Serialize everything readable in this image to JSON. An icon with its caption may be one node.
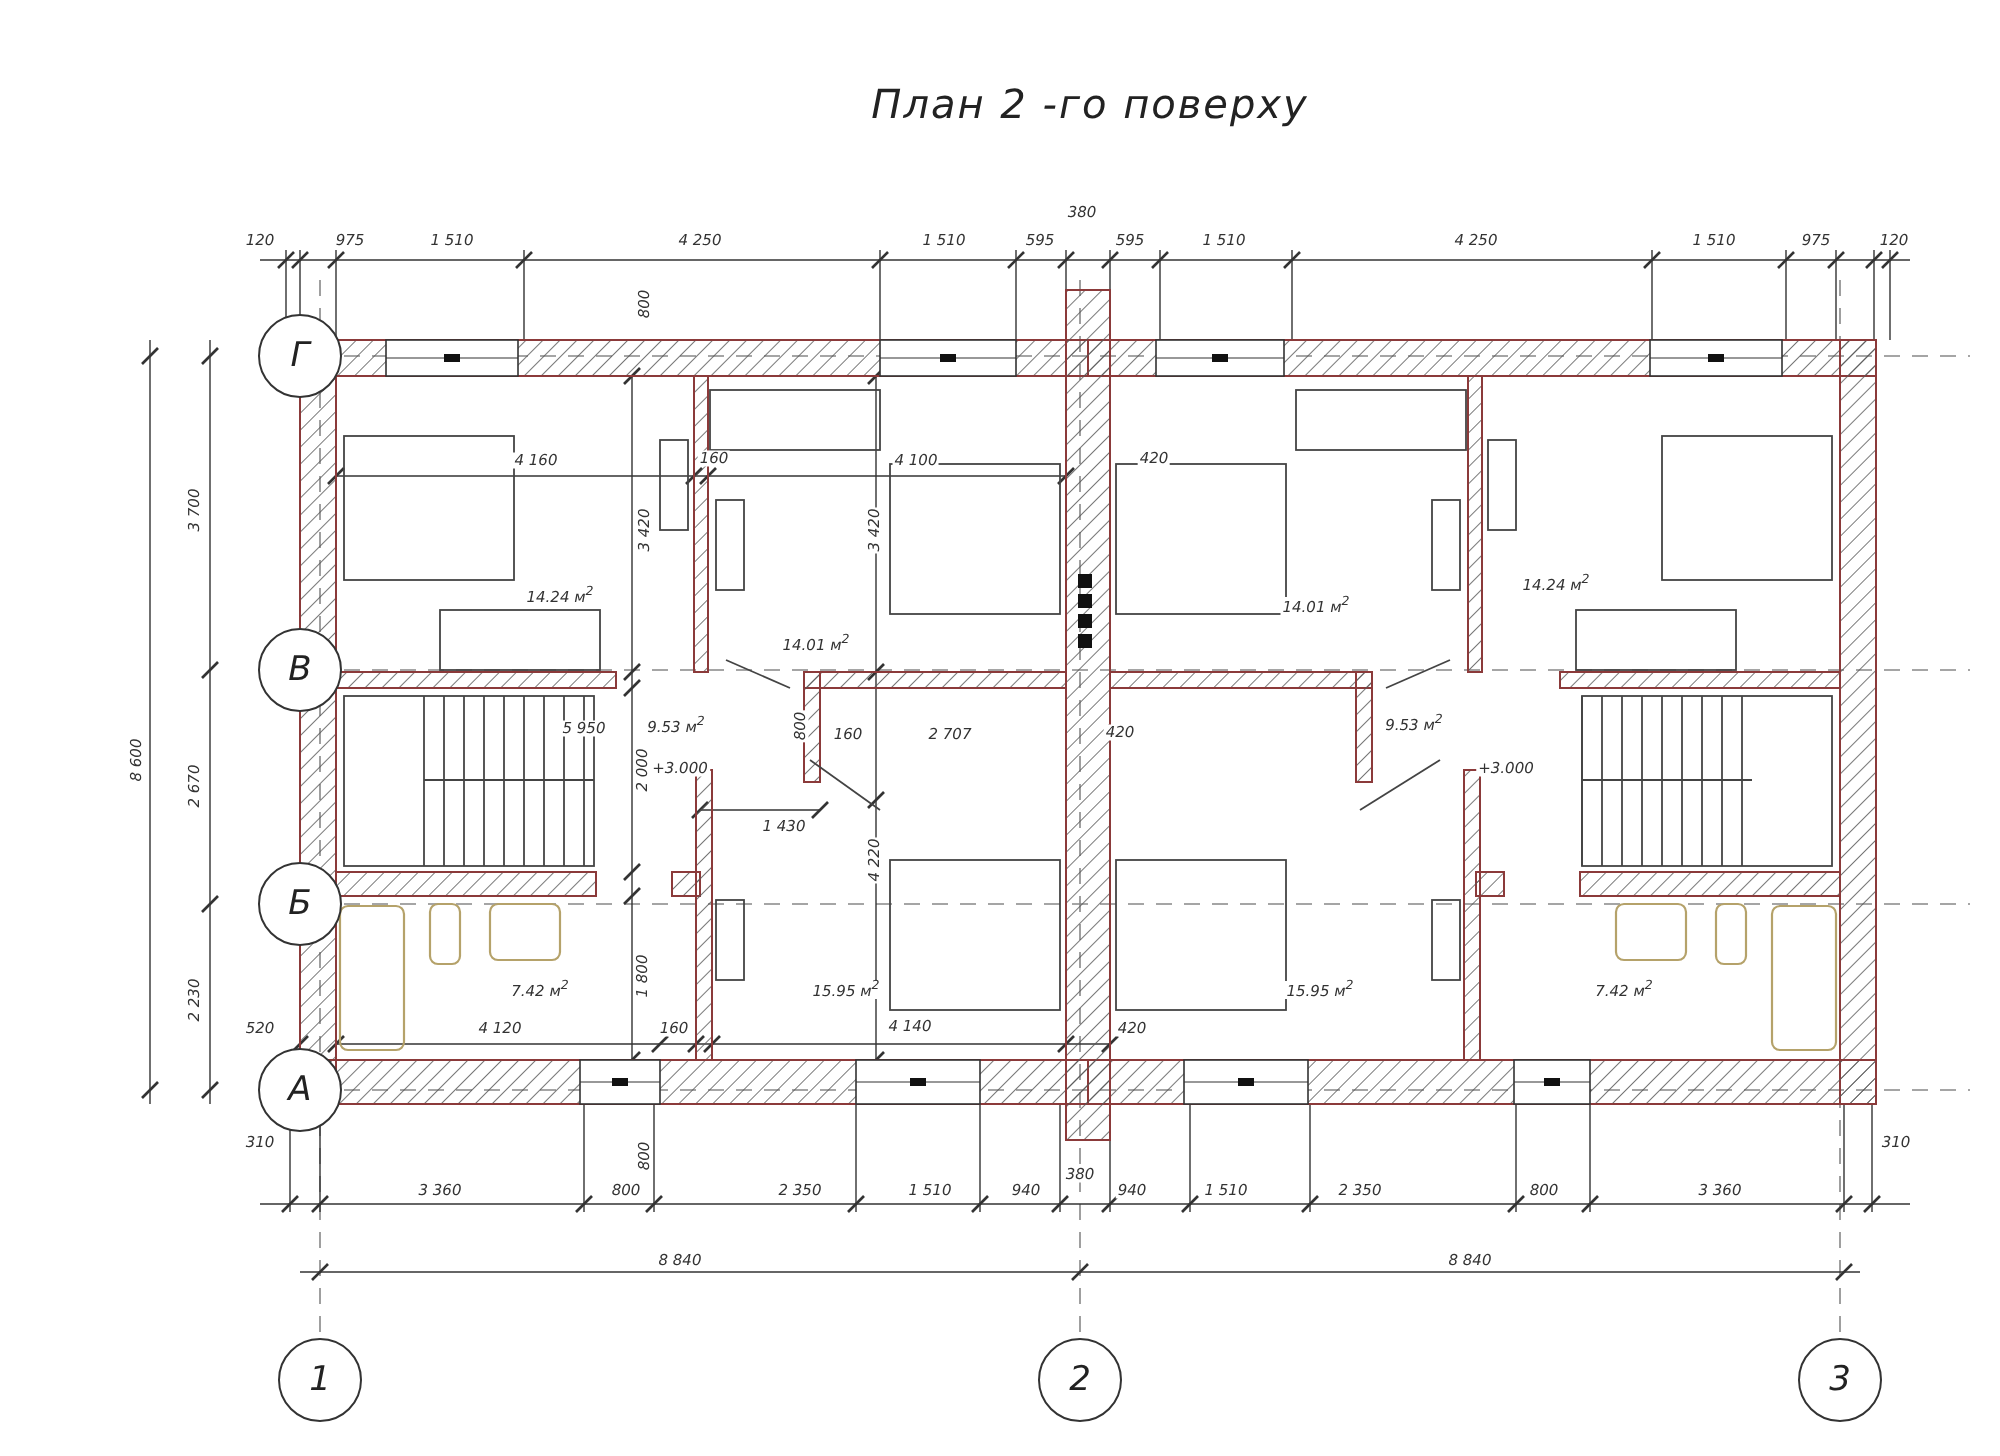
{
  "diagram": {
    "title": "План 2 -го поверху",
    "nodes": [
      {
        "text": [
          "Г"
        ]
      },
      {
        "text": [
          "В"
        ]
      },
      {
        "text": [
          "Б"
        ]
      },
      {
        "text": [
          "А"
        ]
      },
      {
        "text": [
          "1"
        ]
      },
      {
        "text": [
          "2"
        ]
      },
      {
        "text": [
          "3"
        ]
      }
    ],
    "labels": [
      "120",
      "975",
      "1 510",
      "4 250",
      "1 510",
      "595",
      "380",
      "595",
      "1 510",
      "4 250",
      "1 510",
      "975",
      "120",
      "800",
      "3 700",
      "4 160",
      "160",
      "4 100",
      "420",
      "3 420",
      "3 420",
      "14.24 м$^{2}$",
      "14.24 м$^{2}$",
      "14.01 м$^{2}$",
      "14.01 м$^{2}$",
      "8 600",
      "5 950",
      "9.53 м$^{2}$",
      "800",
      "160",
      "2 707",
      "420",
      "9.53 м$^{2}$",
      "2 670",
      "+3.000",
      "2 000",
      "+3.000",
      "1 430",
      "4 220",
      "1 800",
      "7.42 м$^{2}$",
      "15.95 м$^{2}$",
      "15.95 м$^{2}$",
      "7.42 м$^{2}$",
      "2 230",
      "520",
      "4 120",
      "160",
      "4 140",
      "420",
      "800",
      "310",
      "310",
      "380",
      "3 360",
      "800",
      "2 350",
      "1 510",
      "940",
      "940",
      "1 510",
      "2 350",
      "800",
      "3 360",
      "8 840",
      "8 840"
    ]
  }
}
